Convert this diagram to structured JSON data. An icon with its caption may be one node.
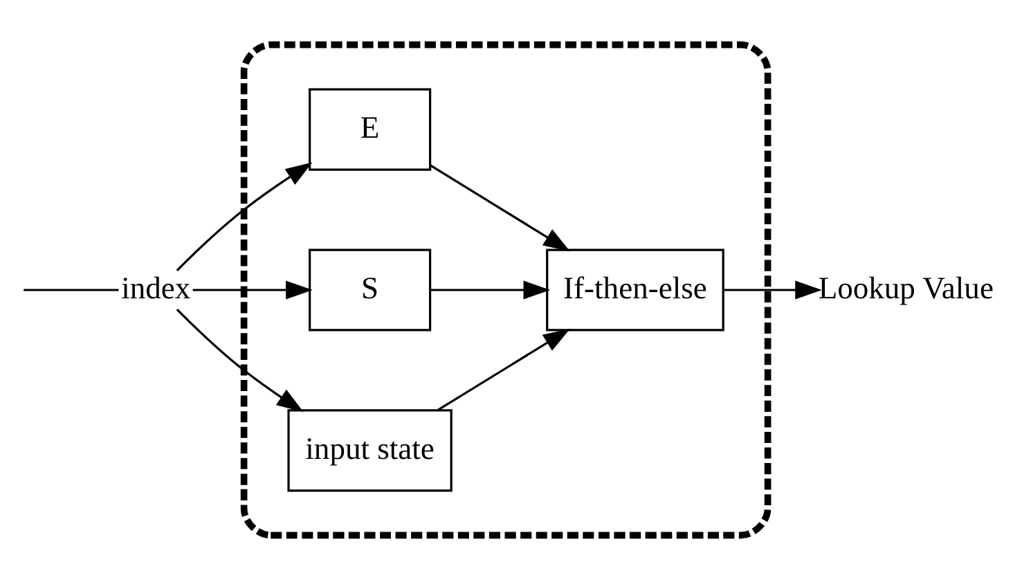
{
  "diagram": {
    "nodes": [
      {
        "text": [],
        "shape": "box"
      },
      {
        "text": [
          "E"
        ],
        "in": 0
      },
      {
        "text": [
          "S"
        ],
        "in": 0
      },
      {
        "text": [
          "If-then-else"
        ],
        "in": 0
      },
      {
        "text": [
          "input state"
        ],
        "in": 0
      },
      {
        "text": [
          "index"
        ]
      },
      {
        "text": [
          "Lookup Value"
        ]
      }
    ],
    "edges": [
      {
        "from": null,
        "to": 5,
        "arrow": "none"
      },
      {
        "from": 5,
        "to": 4,
        "arrow": "to"
      },
      {
        "from": 5,
        "to": 1,
        "arrow": "to"
      },
      {
        "from": 5,
        "to": 2,
        "arrow": "to"
      },
      {
        "from": 1,
        "to": 3,
        "arrow": "to"
      },
      {
        "from": 2,
        "to": 3,
        "arrow": "to"
      },
      {
        "from": 4,
        "to": 3,
        "arrow": "to"
      },
      {
        "from": 3,
        "to": 6,
        "arrow": "to"
      }
    ]
  }
}
